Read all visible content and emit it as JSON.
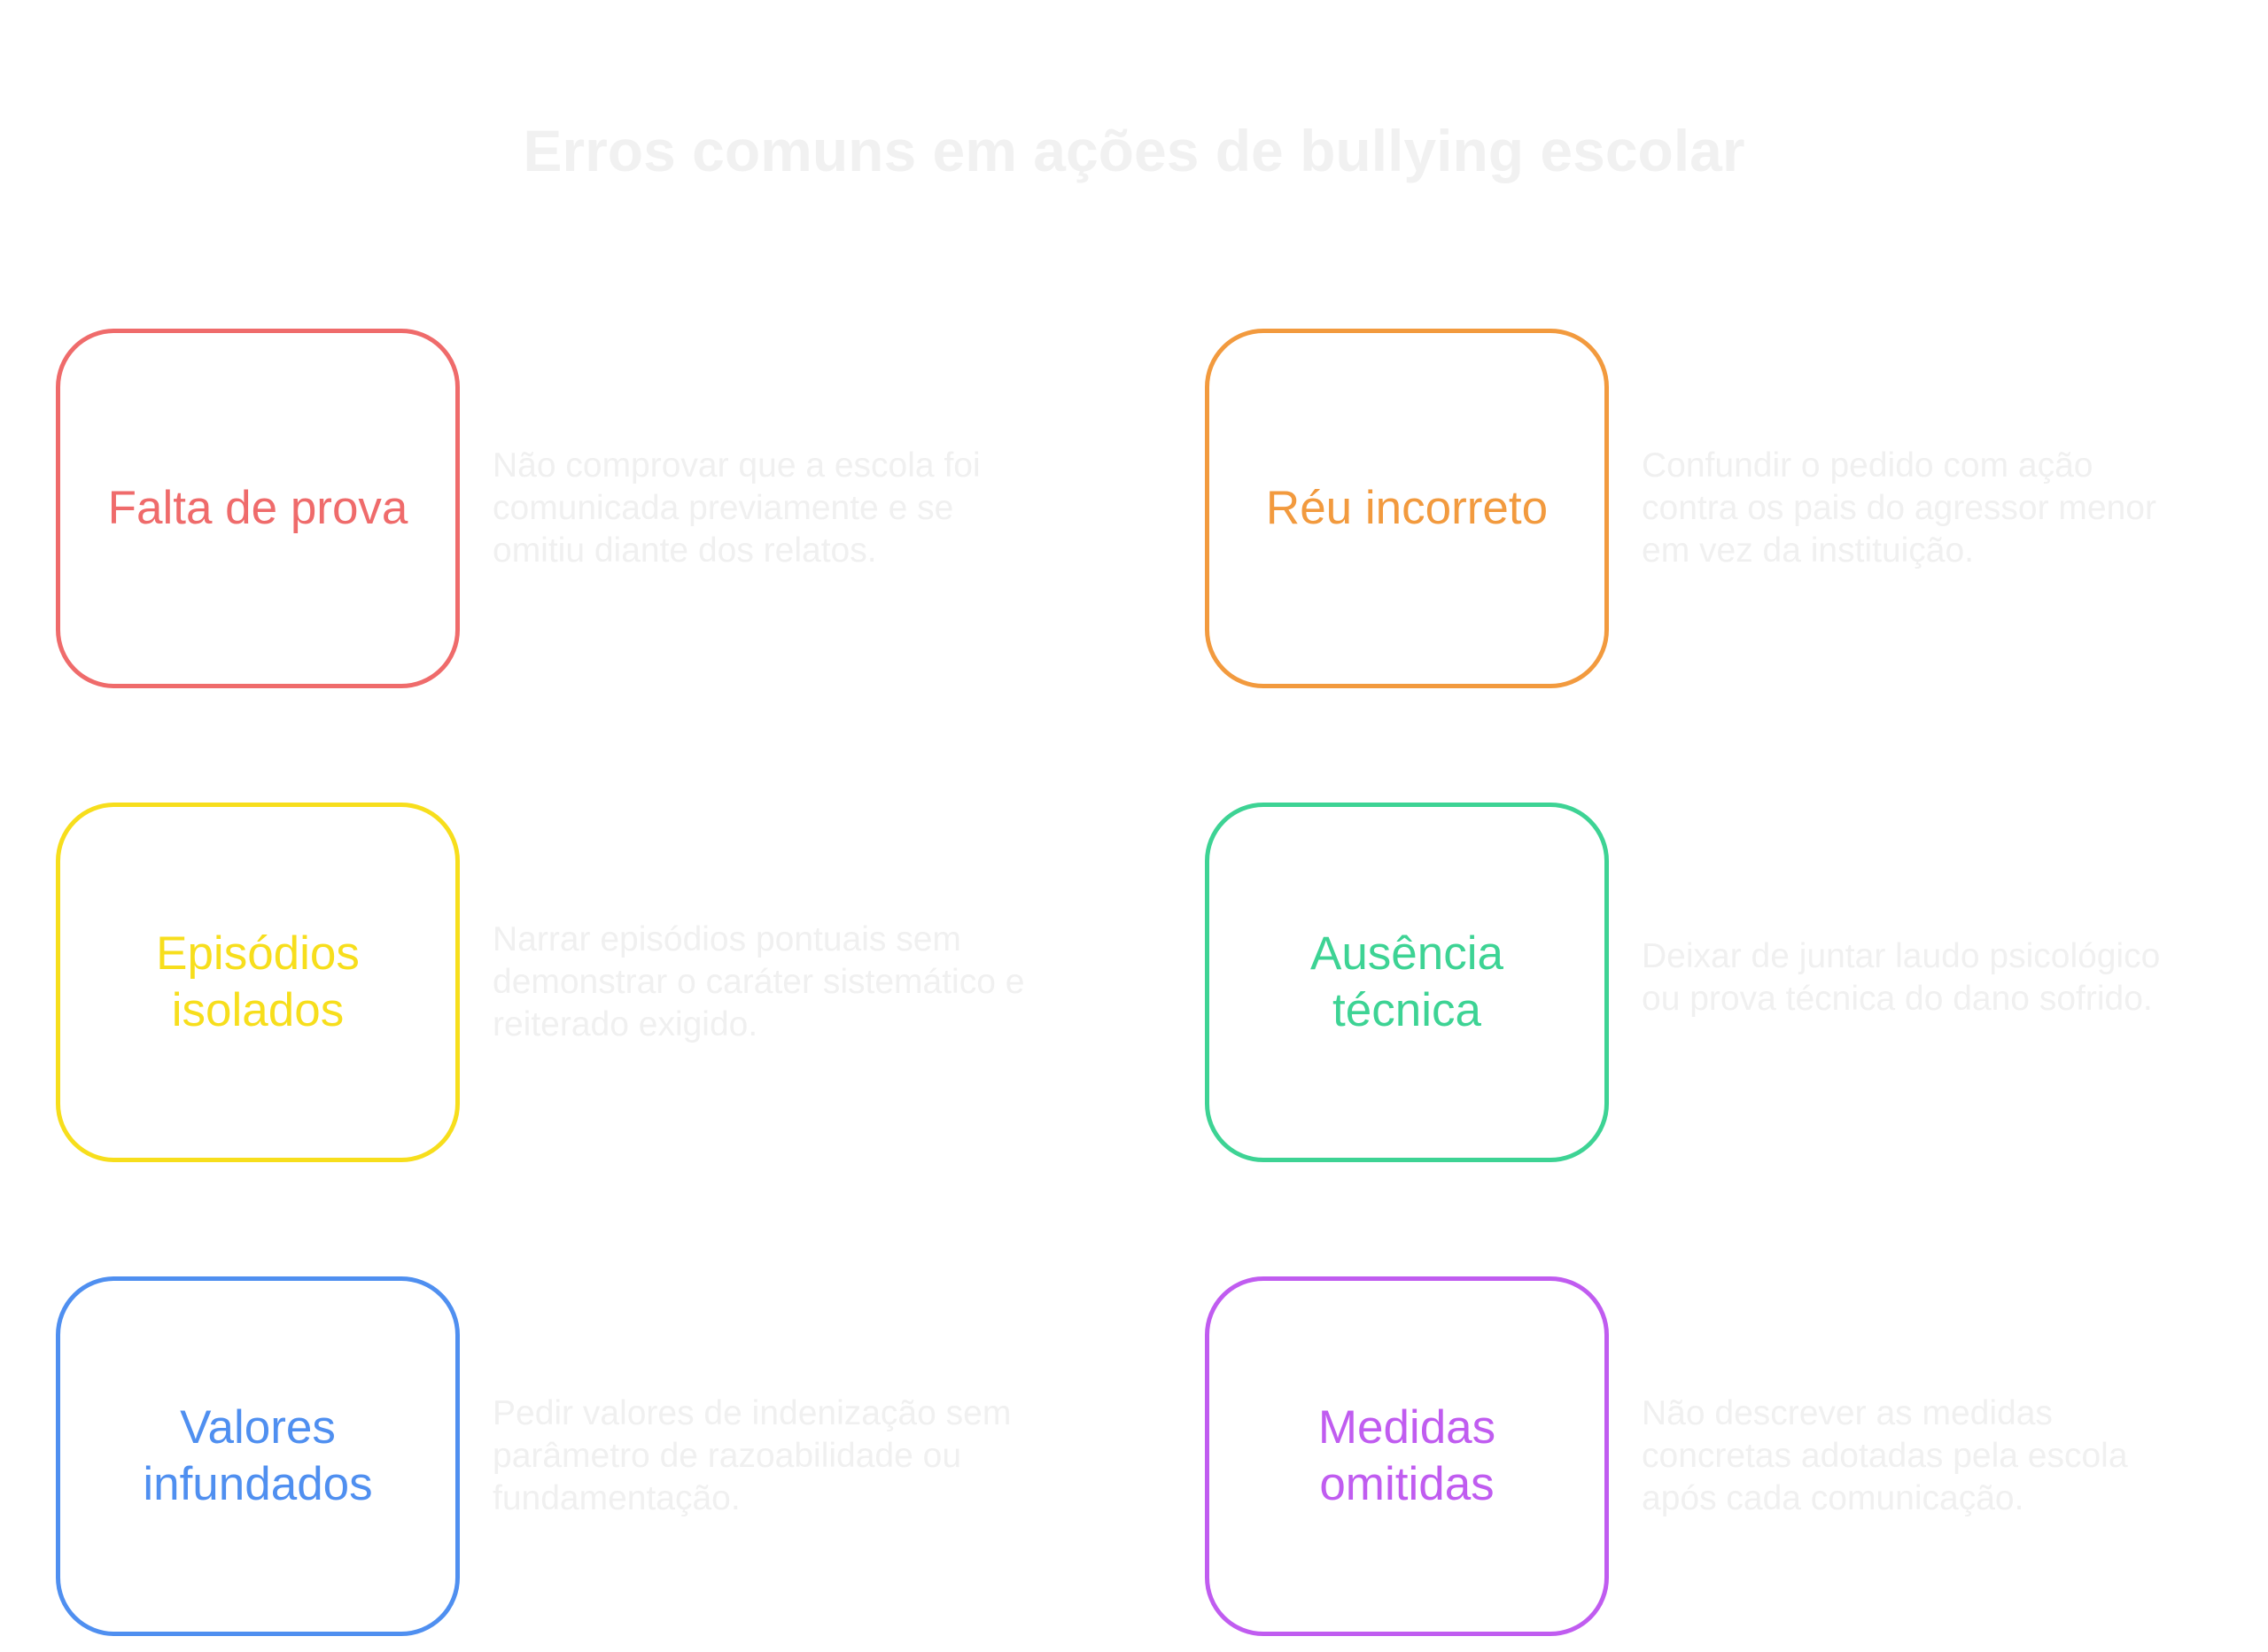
{
  "title": "Erros comuns em ações de bullying escolar",
  "items": [
    {
      "label": "Falta de prova",
      "description": "Não comprovar que a escola foi comunicada previamente e se omitiu diante dos relatos.",
      "color": "#ef6b6b"
    },
    {
      "label": "Réu incorreto",
      "description": "Confundir o pedido com ação contra os pais do agressor menor em vez da instituição.",
      "color": "#f29a3e"
    },
    {
      "label": "Episódios isolados",
      "description": "Narrar episódios pontuais sem demonstrar o caráter sistemático e reiterado exigido.",
      "color": "#f7de1c"
    },
    {
      "label": "Ausência técnica",
      "description": "Deixar de juntar laudo psicológico ou prova técnica do dano sofrido.",
      "color": "#3dd394"
    },
    {
      "label": "Valores infundados",
      "description": "Pedir valores de indenização sem parâmetro de razoabilidade ou fundamentação.",
      "color": "#4f8ff0"
    },
    {
      "label": "Medidas omitidas",
      "description": "Não descrever as medidas concretas adotadas pela escola após cada comunicação.",
      "color": "#c05cf0"
    }
  ]
}
